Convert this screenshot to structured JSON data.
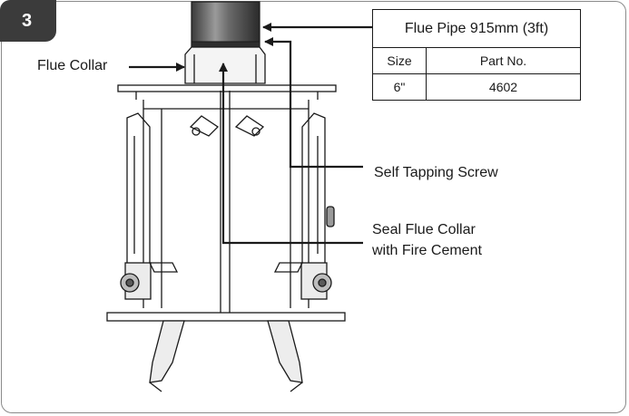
{
  "step": {
    "number": "3"
  },
  "labels": {
    "flue_collar": "Flue Collar",
    "self_tapping_screw": "Self Tapping Screw",
    "seal_line1": "Seal Flue Collar",
    "seal_line2": "with Fire Cement"
  },
  "part_table": {
    "title": "Flue Pipe 915mm (3ft)",
    "headers": [
      "Size",
      "Part No."
    ],
    "rows": [
      [
        "6\"",
        "4602"
      ]
    ]
  },
  "colors": {
    "badge": "#3b3b3b",
    "frame": "#8a8a8a",
    "ink": "#1a1a1a"
  }
}
